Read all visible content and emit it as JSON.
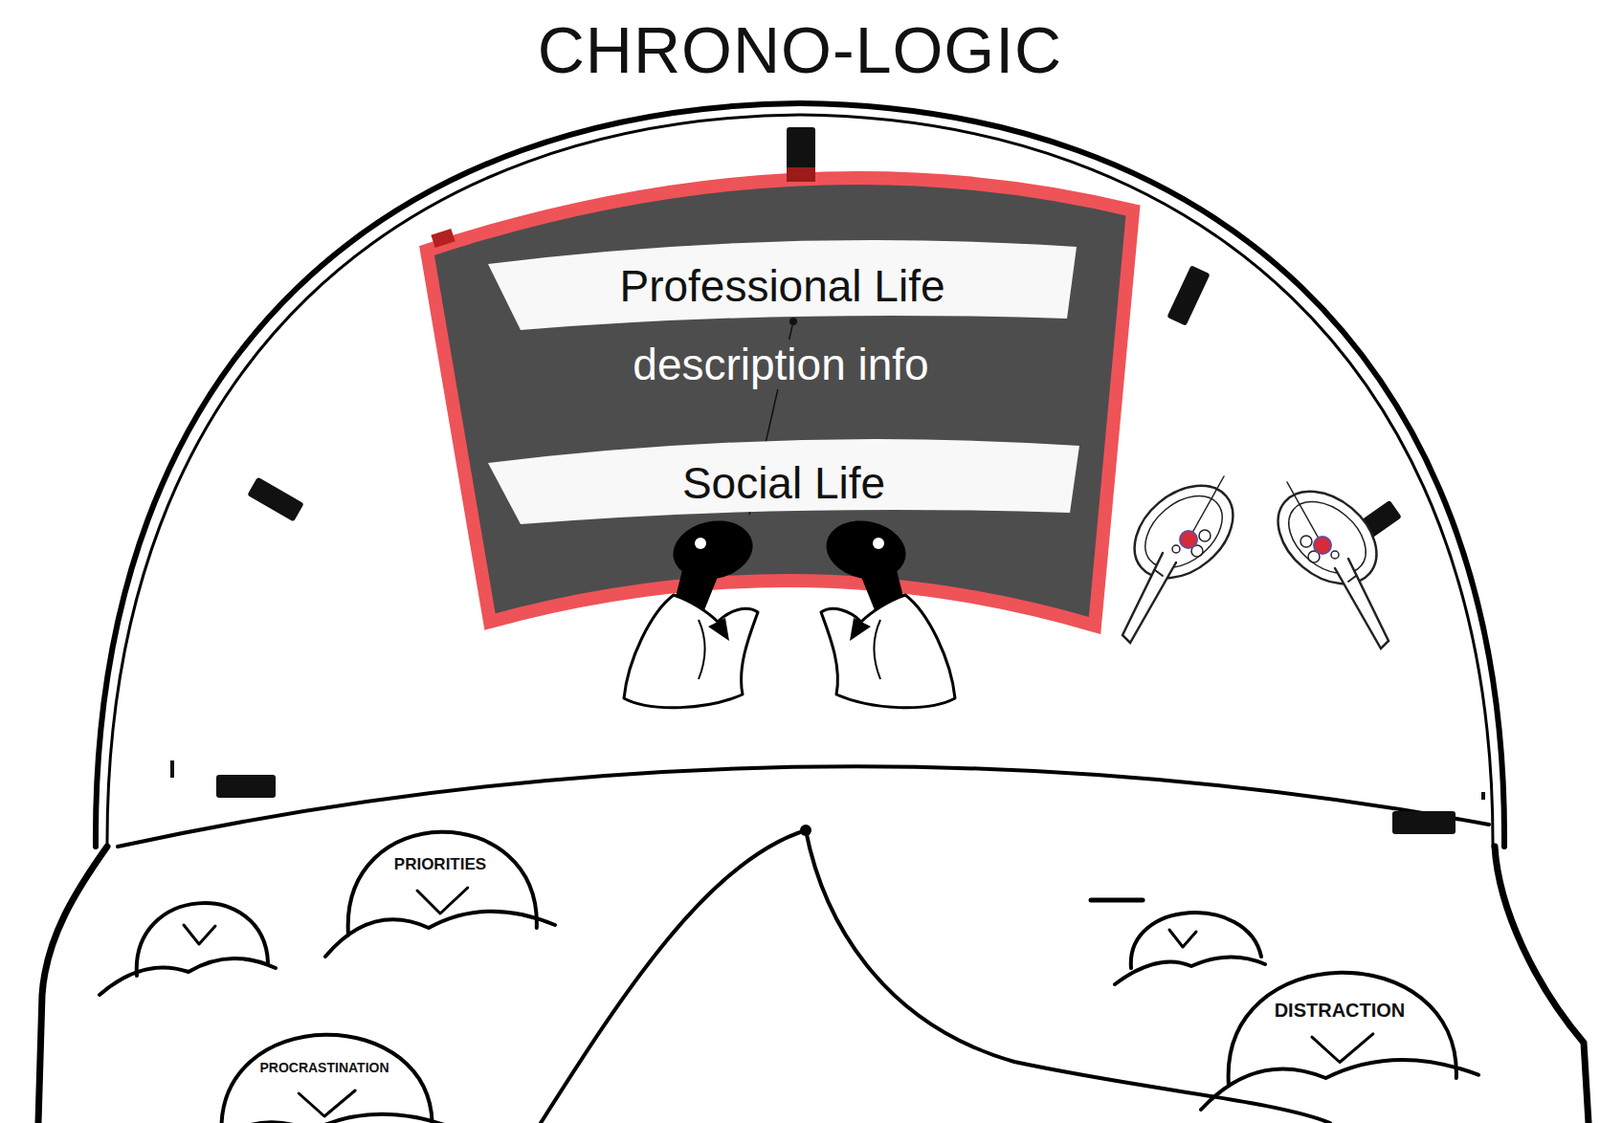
{
  "diagram": {
    "title": "CHRONO-LOGIC",
    "nodes": [
      {
        "text": [
          "description info"
        ]
      },
      {
        "text": [
          "Professional Life"
        ],
        "in": 0
      },
      {
        "text": [
          "Social Life"
        ],
        "in": 0
      },
      {
        "text": [
          "PRIORITIES"
        ]
      },
      {
        "text": [
          "DISTRACTION"
        ]
      },
      {
        "text": [
          "PROCRASTINATION"
        ]
      }
    ]
  }
}
